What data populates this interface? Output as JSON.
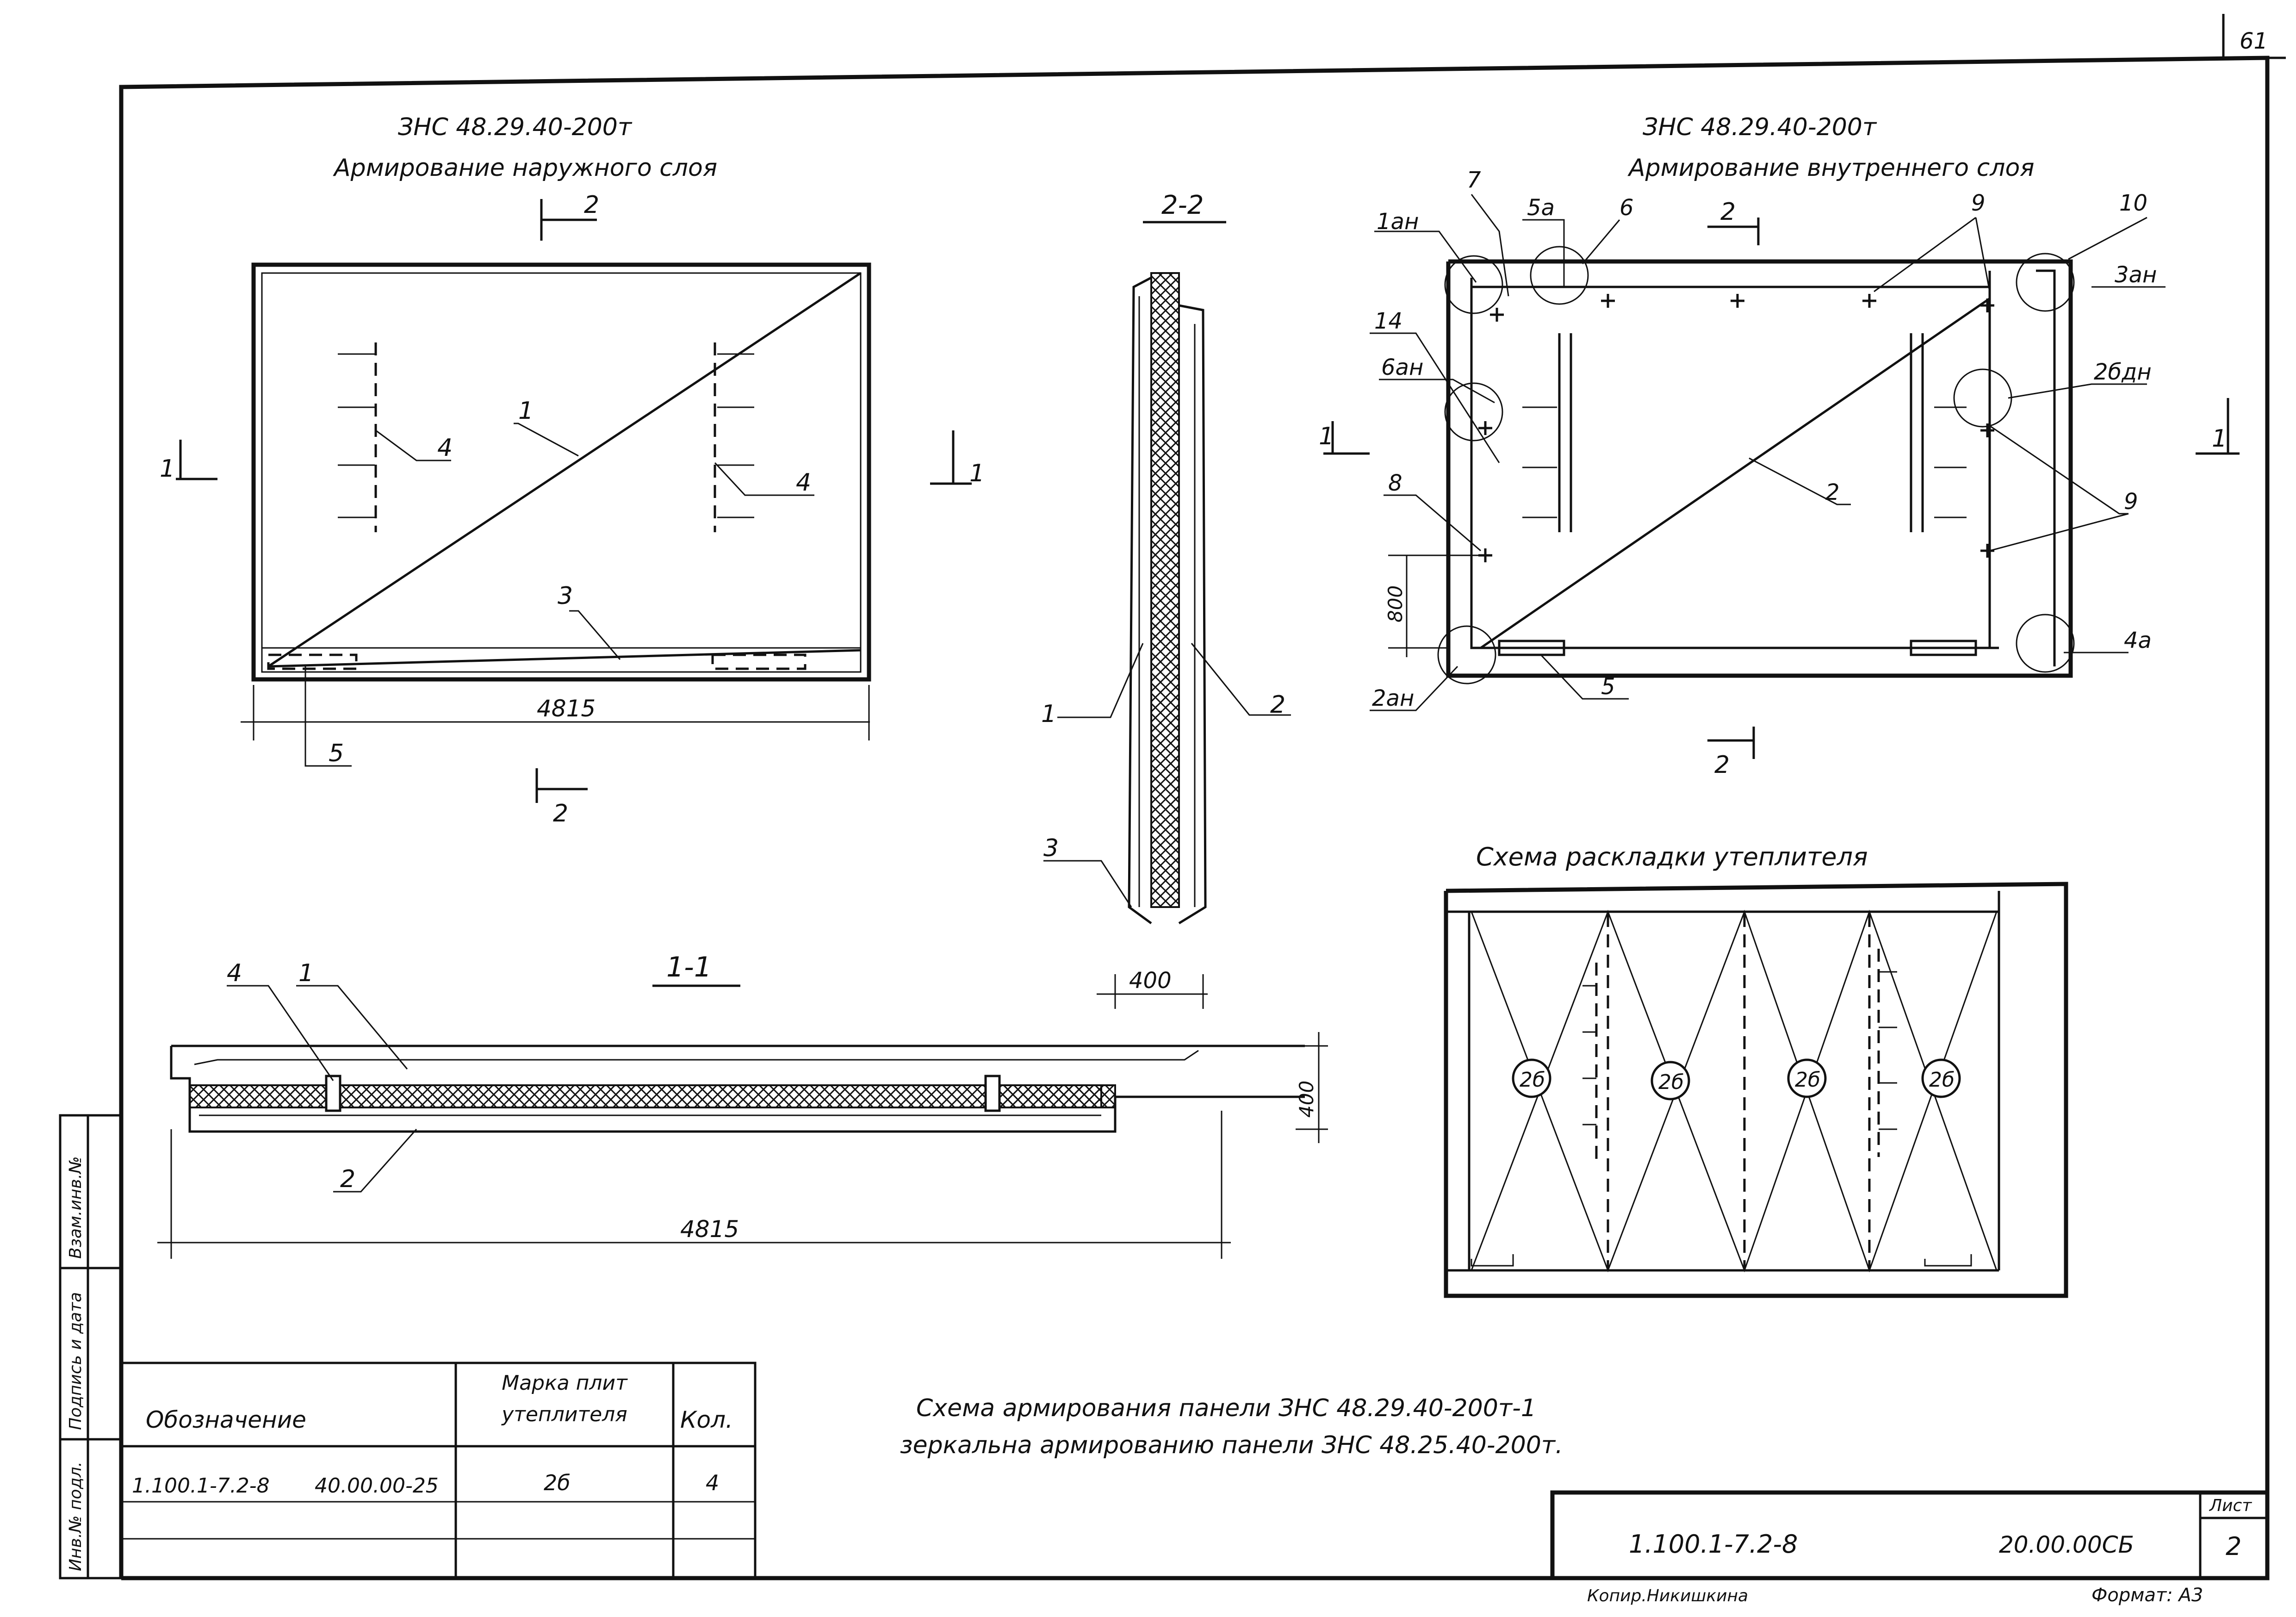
{
  "sheet": {
    "corner_number": "61",
    "sheet_label": "Лист",
    "sheet_number": "2",
    "code": "1.100.1-7.2-8",
    "doc_number": "20.00.00СБ",
    "copied_by": "Копир.Никишкина",
    "format": "Формат: А3"
  },
  "left_strip": {
    "cell1": "Взам.инв.№",
    "cell2": "Подпись и дата",
    "cell3": "Инв.№ подл."
  },
  "outer": {
    "title": "ЗНС 48.29.40-200т",
    "subtitle": "Армирование наружного слоя",
    "dim": "4815",
    "labels": {
      "l1": "1",
      "l3": "3",
      "l4a": "4",
      "l4b": "4",
      "l5": "5"
    },
    "cut": {
      "n2top": "2",
      "n2bot": "2",
      "n1left": "1",
      "n1right": "1"
    }
  },
  "inner": {
    "title": "ЗНС 48.29.40-200т",
    "subtitle": "Армирование внутреннего слоя",
    "labels": {
      "l1an": "1ан",
      "l7": "7",
      "l5a": "5а",
      "l6": "6",
      "l9a": "9",
      "l10": "10",
      "l3an": "3ан",
      "l14": "14",
      "l6an": "6ан",
      "l2bdan": "2бдн",
      "l2": "2",
      "l9b": "9",
      "l8": "8",
      "l800": "800",
      "l4a": "4а",
      "l2an": "2ан",
      "l5": "5"
    },
    "cut": {
      "n2top": "2",
      "n2bot": "2",
      "n1left": "1",
      "n1right": "1"
    }
  },
  "section22": {
    "title": "2-2",
    "dim": "400",
    "labels": {
      "l1": "1",
      "l2": "2",
      "l3": "3"
    }
  },
  "section11": {
    "title": "1-1",
    "dim_len": "4815",
    "dim_h": "400",
    "labels": {
      "l4": "4",
      "l1": "1",
      "l2": "2"
    }
  },
  "insulation_scheme": {
    "title": "Схема раскладки утеплителя",
    "marks": [
      "2б",
      "2б",
      "2б",
      "2б"
    ]
  },
  "spec_table": {
    "header_designation": "Обозначение",
    "header_mark": "Марка плит утеплителя",
    "header_qty": "Кол.",
    "row": {
      "designation_a": "1.100.1-7.2-8",
      "designation_b": "40.00.00-25",
      "mark": "2б",
      "qty": "4"
    }
  },
  "note": {
    "line1": "Схема армирования панели ЗНС 48.29.40-200т-1",
    "line2": "зеркальна армированию панели ЗНС 48.25.40-200т."
  }
}
